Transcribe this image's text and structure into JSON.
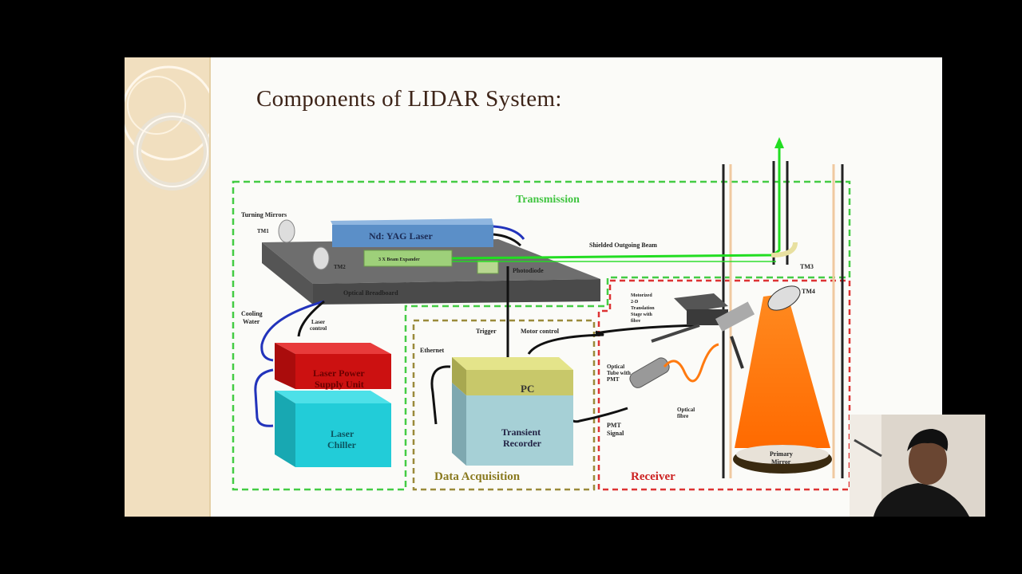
{
  "slide": {
    "title": "Components of LIDAR System:"
  },
  "diagram": {
    "sections": {
      "transmission": "Transmission",
      "data_acquisition": "Data Acquisition",
      "receiver": "Receiver"
    },
    "components": {
      "laser": "Nd: YAG Laser",
      "beam_expander": "3 X Beam Expander",
      "photodiode": "Photodiode",
      "optical_breadboard": "Optical Breadboard",
      "power_supply": [
        "Laser Power",
        "Supply Unit"
      ],
      "chiller": [
        "Laser",
        "Chiller"
      ],
      "pc": "PC",
      "transient_recorder": [
        "Transient",
        "Recorder"
      ],
      "primary_mirror": [
        "Primary",
        "Mirror"
      ]
    },
    "labels": {
      "turning_mirrors": "Turning Mirrors",
      "tm1": "TM1",
      "tm2": "TM2",
      "tm3": "TM3",
      "tm4": "TM4",
      "shielded_beam": "Shielded Outgoing Beam",
      "cooling_water": [
        "Cooling",
        "Water"
      ],
      "laser_control": [
        "Laser",
        "control"
      ],
      "trigger": "Trigger",
      "motor_control": "Motor control",
      "ethernet": "Ethernet",
      "optical_tube": [
        "Optical",
        "Tube with",
        "PMT"
      ],
      "pmt_signal": [
        "PMT",
        "Signal"
      ],
      "optical_fibre": [
        "Optical",
        "fibre"
      ],
      "translation_stage": [
        "Motorized",
        "2-D",
        "Translation",
        "Stage with",
        "fibre"
      ]
    },
    "colors": {
      "transmission_border": "#44cc44",
      "daq_border": "#9a8a3a",
      "receiver_border": "#dd3333",
      "laser_beam": "#22dd22",
      "cone": "#ff7a10"
    }
  }
}
